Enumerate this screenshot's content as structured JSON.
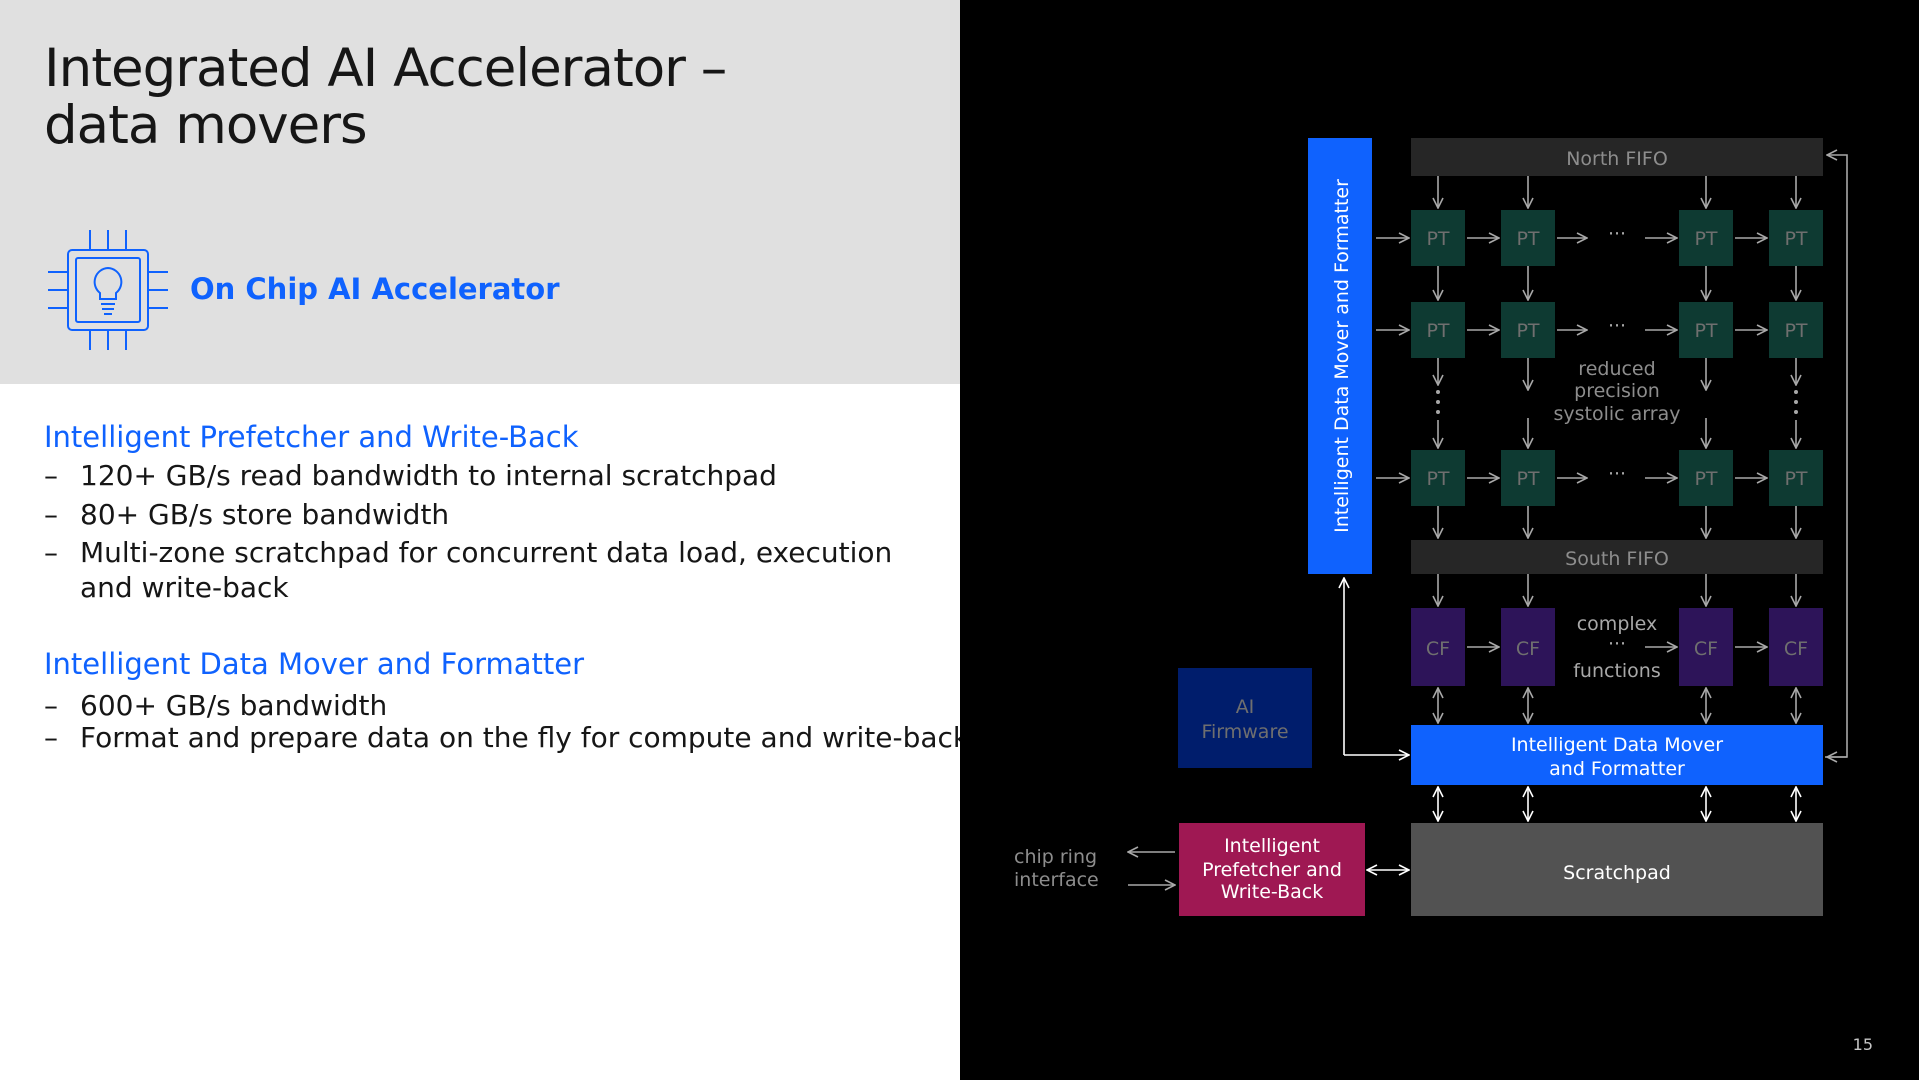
{
  "slide": {
    "title_lines": [
      "Integrated AI Accelerator –",
      "data movers"
    ],
    "chip_label": "On Chip AI Accelerator",
    "chip_icon": "chip-lightbulb-icon",
    "page_number": "15"
  },
  "sections": [
    {
      "title": "Intelligent Prefetcher and Write-Back",
      "bullets": [
        [
          "120+ GB/s read bandwidth to internal scratchpad"
        ],
        [
          "80+ GB/s store bandwidth"
        ],
        [
          "Multi-zone scratchpad for concurrent data load, execution",
          "and write-back"
        ]
      ]
    },
    {
      "title": "Intelligent Data Mover and Formatter",
      "bullets": [
        [
          "600+ GB/s bandwidth"
        ],
        [
          "Format and prepare data on the fly for compute and write-back"
        ]
      ]
    }
  ],
  "diagram": {
    "north_fifo": "North FIFO",
    "south_fifo": "South FIFO",
    "pt_label": "PT",
    "cf_label": "CF",
    "ellipsis": "···",
    "systolic_label": [
      "reduced",
      "precision",
      "systolic array"
    ],
    "complex_label": [
      "complex",
      "functions"
    ],
    "vertical_mover": "Intelligent Data Mover and Formatter",
    "mover_lines": [
      "Intelligent Data Mover",
      "and Formatter"
    ],
    "firmware_lines": [
      "AI",
      "Firmware"
    ],
    "prefetcher_lines": [
      "Intelligent",
      "Prefetcher and",
      "Write-Back"
    ],
    "scratchpad": "Scratchpad",
    "chip_ring_lines": [
      "chip ring",
      "interface"
    ],
    "colors": {
      "pt_fill": "#0e3a32",
      "cf_fill": "#2d1459",
      "fifo_fill": "#262626",
      "mover_fill": "#0f62fe",
      "firmware_fill": "#001d6c",
      "prefetcher_fill": "#9f1853",
      "scratchpad_fill": "#525252",
      "arrow": "#a8a8a8"
    }
  }
}
